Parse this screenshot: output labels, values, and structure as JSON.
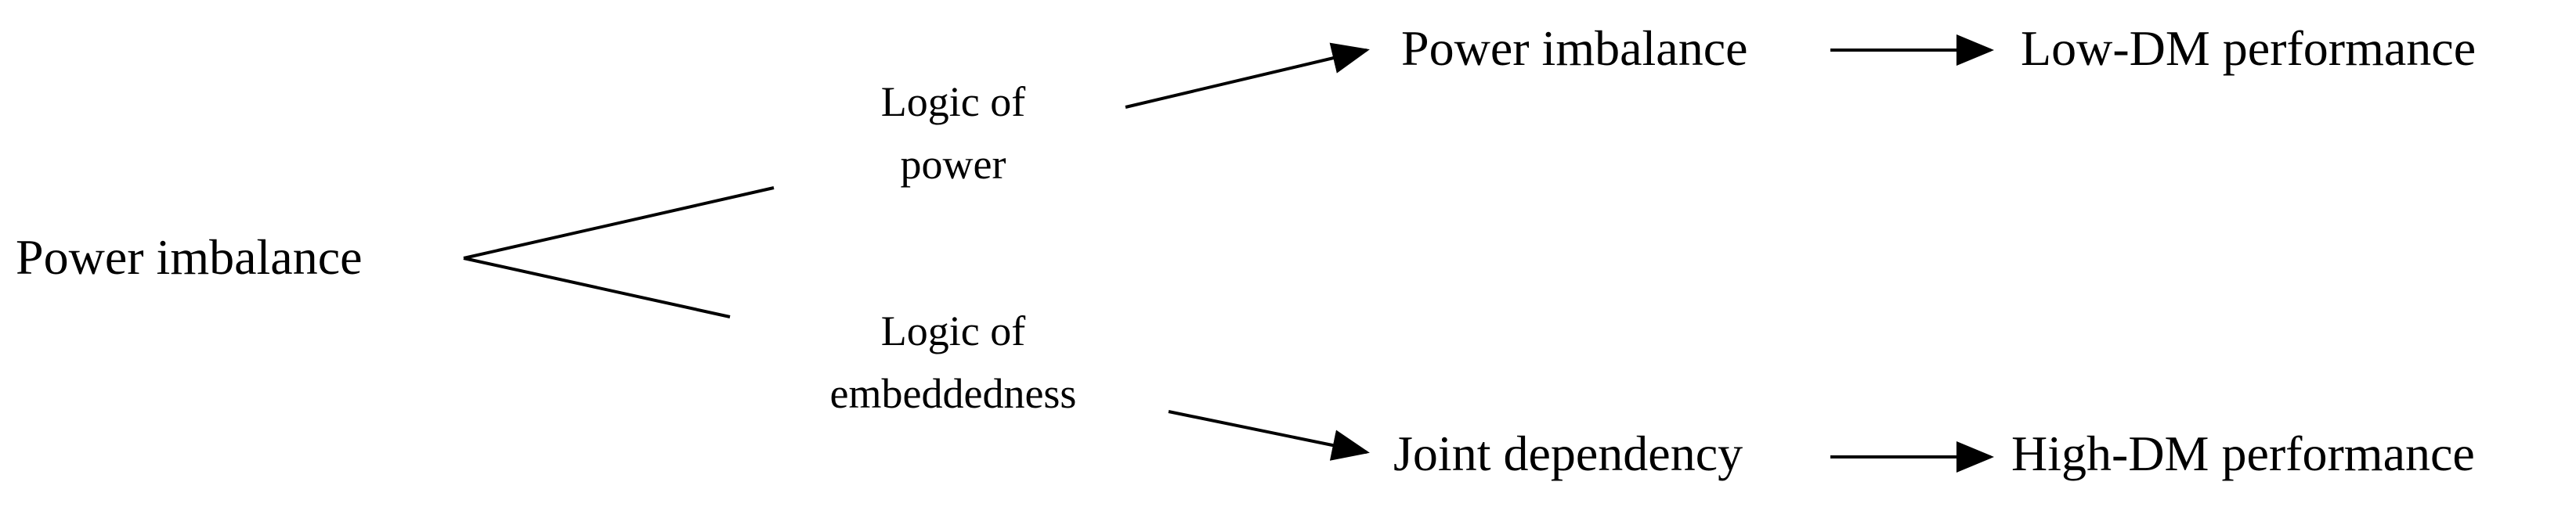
{
  "diagram": {
    "root": {
      "label": "Power imbalance"
    },
    "branches": {
      "power": {
        "line1": "Logic of",
        "line2": "power"
      },
      "embeddedness": {
        "line1": "Logic of",
        "line2": "embeddedness"
      }
    },
    "outcomes": {
      "top_mid": {
        "label": "Power imbalance"
      },
      "top_end": {
        "label": "Low-DM performance"
      },
      "bottom_mid": {
        "label": "Joint dependency"
      },
      "bottom_end": {
        "label": "High-DM performance"
      }
    },
    "colors": {
      "stroke": "#000000",
      "text": "#000000",
      "background": "#ffffff"
    }
  }
}
